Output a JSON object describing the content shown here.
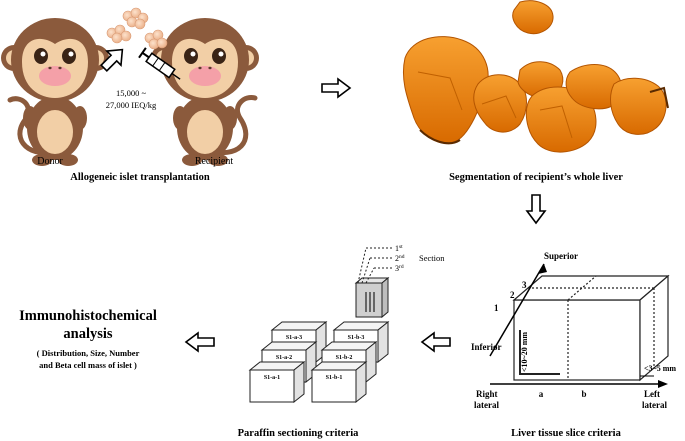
{
  "colors": {
    "monkey_fur": "#8b5a3c",
    "monkey_face": "#f2cfa6",
    "monkey_cheek": "#f4a0a8",
    "liver_orange": "#f08a10",
    "liver_dark": "#b35400",
    "islet": "#f3c7a4",
    "block_line": "#222222",
    "section_fill": "#cfcfcf"
  },
  "icons": {
    "hollow_arrow": "hollow-arrow-icon",
    "syringe": "syringe-icon",
    "islet_cluster": "islet-cluster-icon"
  },
  "panel1": {
    "dose_line1": "15,000 ~",
    "dose_line2": "27,000 IEQ/kg",
    "donor_label": "Donor",
    "recipient_label": "Recipient",
    "caption": "Allogeneic islet transplantation"
  },
  "panel2": {
    "caption": "Segmentation of recipient’s whole liver"
  },
  "panel3": {
    "superior": "Superior",
    "inferior": "Inferior",
    "right_lateral_1": "Right",
    "right_lateral_2": "lateral",
    "left_lateral_1": "Left",
    "left_lateral_2": "lateral",
    "num1": "1",
    "num2": "2",
    "num3": "3",
    "a": "a",
    "b": "b",
    "depth": "<3~5 mm",
    "height": "<10~20 mm",
    "caption": "Liver tissue slice criteria"
  },
  "panel4": {
    "sec1": "1",
    "sec1_sup": "st",
    "sec2": "2",
    "sec2_sup": "nd",
    "sec3": "3",
    "sec3_sup": "rd",
    "section_word": "Section",
    "blocks": [
      "S1-a-3",
      "S1-b-3",
      "S1-a-2",
      "S1-b-2",
      "S1-a-1",
      "S1-b-1"
    ],
    "caption": "Paraffin sectioning criteria"
  },
  "panel5": {
    "title1": "Immunohistochemical",
    "title2": "analysis",
    "detail1": "( Distribution, Size, Number",
    "detail2": "and  Beta cell mass of islet )"
  }
}
